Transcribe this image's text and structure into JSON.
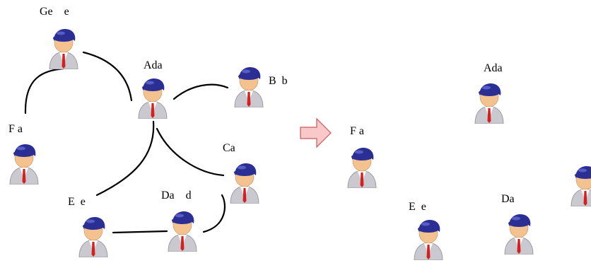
{
  "colors": {
    "hair": "#2b2f94",
    "skin": "#f4c28f",
    "suit": "#c9c9cf",
    "shirt": "#ffffff",
    "tie": "#d61f1f",
    "edge": "#000000",
    "arrow_fill": "#f9c9c9",
    "arrow_stroke": "#c85a5a"
  },
  "left_graph": {
    "nodes": [
      {
        "id": "george",
        "label": "Ge    e",
        "icon": "person-icon"
      },
      {
        "id": "ada",
        "label": "Ada",
        "icon": "person-icon"
      },
      {
        "id": "bob",
        "label": "B  b",
        "icon": "person-icon"
      },
      {
        "id": "fa",
        "label": "F a",
        "icon": "person-icon"
      },
      {
        "id": "ca",
        "label": "Ca",
        "icon": "person-icon"
      },
      {
        "id": "ee",
        "label": "E  e",
        "icon": "person-icon"
      },
      {
        "id": "dad",
        "label": "Da    d",
        "icon": "person-icon"
      }
    ],
    "edges": [
      {
        "from": "george",
        "to": "fa"
      },
      {
        "from": "george",
        "to": "ada"
      },
      {
        "from": "ada",
        "to": "bob"
      },
      {
        "from": "ada",
        "to": "ee"
      },
      {
        "from": "ada",
        "to": "ca"
      },
      {
        "from": "ca",
        "to": "dad"
      },
      {
        "from": "ee",
        "to": "dad"
      }
    ]
  },
  "arrow": {
    "icon": "right-arrow-icon"
  },
  "right_graph": {
    "nodes": [
      {
        "id": "ada2",
        "label": "Ada",
        "icon": "person-icon"
      },
      {
        "id": "fa2",
        "label": "F a",
        "icon": "person-icon"
      },
      {
        "id": "ee2",
        "label": "E  e",
        "icon": "person-icon"
      },
      {
        "id": "da2",
        "label": "Da",
        "icon": "person-icon"
      },
      {
        "id": "ca2",
        "label": "",
        "icon": "person-icon"
      }
    ]
  }
}
